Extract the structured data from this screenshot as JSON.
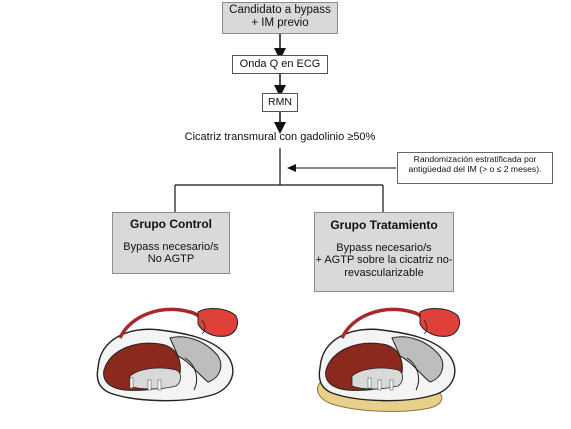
{
  "top_box": {
    "line1": "Candidato a bypass",
    "line2": "+ IM previo"
  },
  "step_ecg": "Onda Q en ECG",
  "step_rmn": "RMN",
  "criterion": "Cicatriz transmural con gadolinio ≥50%",
  "randomization": {
    "line1": "Randomización estratificada por",
    "line2": "antigüedad del IM (> o ≤ 2 meses)."
  },
  "group_control": {
    "title": "Grupo Control",
    "line1": "Bypass necesario/s",
    "line2": "No AGTP"
  },
  "group_treatment": {
    "title": "Grupo Tratamiento",
    "line1": "Bypass necesario/s",
    "line2": "+ AGTP sobre la cicatriz no-",
    "line3": "revascularizable"
  },
  "colors": {
    "box_gray": "#d9d9d9",
    "scar": "#8b2a1c",
    "artery": "#e0403a",
    "graft": "#e8d08a"
  },
  "images": {
    "left": "heart-cross-section-control",
    "right": "heart-cross-section-treatment"
  }
}
